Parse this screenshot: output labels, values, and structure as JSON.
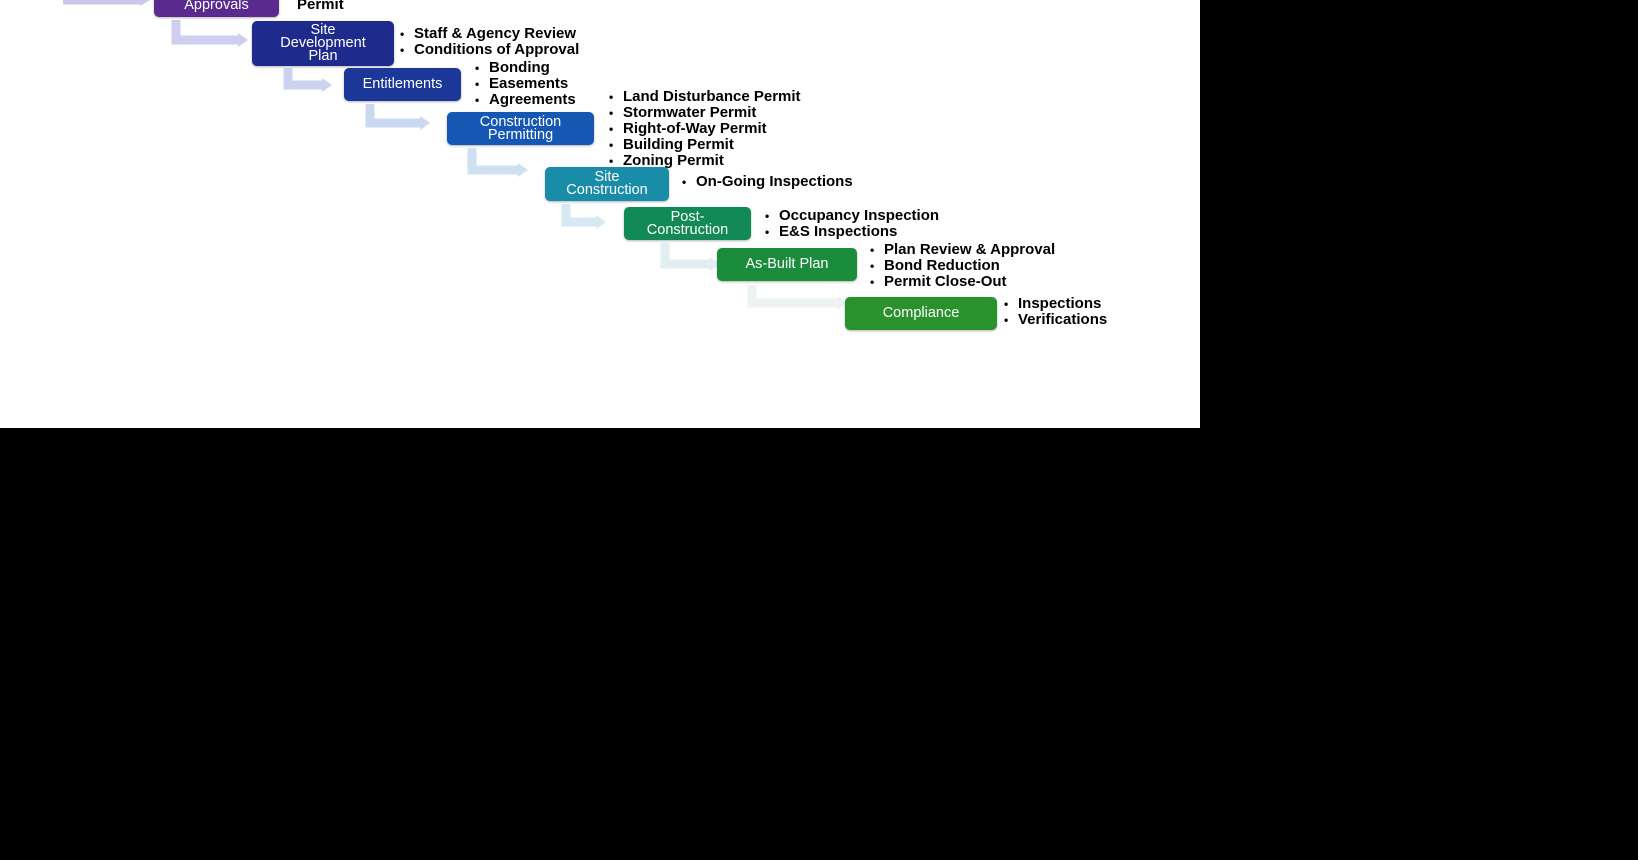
{
  "steps": [
    {
      "label_lines": [
        "Approvals"
      ],
      "color": "#5a2a8e",
      "bullets": [
        "Permit"
      ]
    },
    {
      "label_lines": [
        "Site",
        "Development",
        "Plan"
      ],
      "color": "#1f2b8c",
      "bullets": [
        "Staff & Agency Review",
        "Conditions of Approval"
      ]
    },
    {
      "label_lines": [
        "Entitlements"
      ],
      "color": "#1b3797",
      "bullets": [
        "Bonding",
        "Easements",
        "Agreements"
      ]
    },
    {
      "label_lines": [
        "Construction",
        "Permitting"
      ],
      "color": "#1558b3",
      "bullets": [
        "Land Disturbance Permit",
        "Stormwater Permit",
        "Right-of-Way Permit",
        "Building Permit",
        "Zoning Permit"
      ]
    },
    {
      "label_lines": [
        "Site",
        "Construction"
      ],
      "color": "#198ca8",
      "bullets": [
        "On-Going Inspections"
      ]
    },
    {
      "label_lines": [
        "Post-",
        "Construction"
      ],
      "color": "#128a55",
      "bullets": [
        "Occupancy Inspection",
        "E&S Inspections"
      ]
    },
    {
      "label_lines": [
        "As-Built Plan"
      ],
      "color": "#1b8c3c",
      "bullets": [
        "Plan Review & Approval",
        "Bond Reduction",
        "Permit Close-Out"
      ]
    },
    {
      "label_lines": [
        "Compliance"
      ],
      "color": "#2a922c",
      "bullets": [
        "Inspections",
        "Verifications"
      ]
    }
  ]
}
